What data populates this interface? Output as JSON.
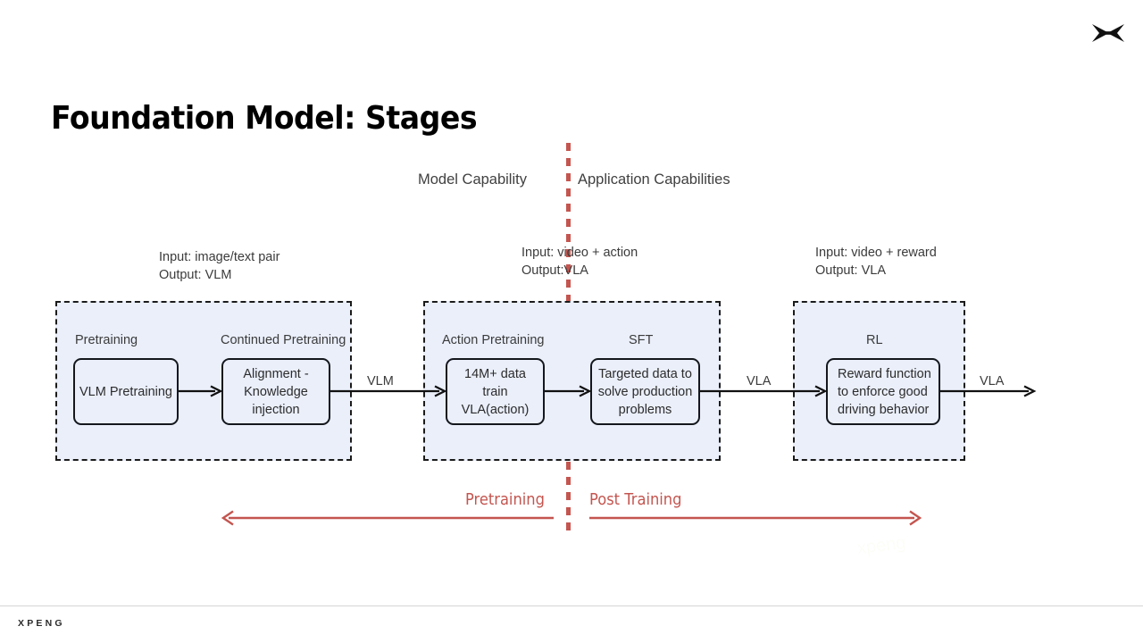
{
  "brand": {
    "logo_icon": "xpeng-bowtie-icon",
    "wordmark": "XPENG"
  },
  "title": "Foundation Model: Stages",
  "capabilities": {
    "left": "Model Capability",
    "right": "Application Capabilities"
  },
  "io_notes": [
    {
      "input": "Input: image/text pair",
      "output": "Output: VLM"
    },
    {
      "input": "Input: video + action",
      "output": "Output:VLA"
    },
    {
      "input": "Input: video + reward",
      "output": "Output: VLA"
    }
  ],
  "stages": [
    {
      "caption": "Pretraining",
      "node": "VLM Pretraining"
    },
    {
      "caption": "Continued Pretraining",
      "node": "Alignment - Knowledge injection"
    },
    {
      "caption": "Action Pretraining",
      "node": "14M+ data train VLA(action)"
    },
    {
      "caption": "SFT",
      "node": "Targeted data to solve production problems"
    },
    {
      "caption": "RL",
      "node": "Reward function to enforce good driving behavior"
    }
  ],
  "flow_labels": {
    "vlm": "VLM",
    "vla_mid": "VLA",
    "vla_out": "VLA"
  },
  "phases": {
    "pretraining": "Pretraining",
    "post_training": "Post Training"
  },
  "watermark": "xpeng",
  "colors": {
    "accent_red": "#c4554f",
    "group_fill": "#eaeffa",
    "border_dark": "#14171c",
    "text": "#3b3b3b"
  }
}
